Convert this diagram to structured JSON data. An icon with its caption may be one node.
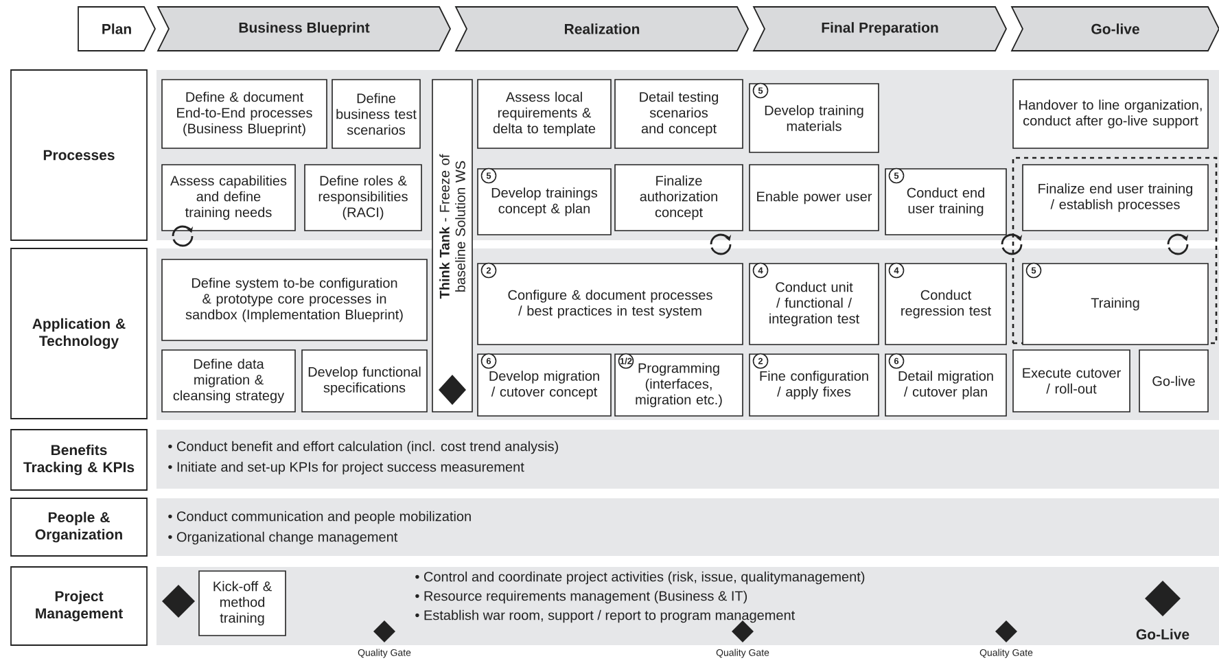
{
  "diagram": {
    "nodes": [
      {
        "text": [
          "Plan"
        ]
      },
      {
        "text": [
          "Business Blueprint"
        ]
      },
      {
        "text": [
          "Realization"
        ]
      },
      {
        "text": [
          "Final Preparation"
        ]
      },
      {
        "text": [
          "Go-live"
        ]
      },
      {
        "text": [
          "Processes"
        ]
      },
      {
        "text": [
          "Define & document End-to-End processes (Business Blueprint)"
        ]
      },
      {
        "text": [
          "Define business test scenarios"
        ]
      },
      {
        "text": [
          "**Think Tank** - Freeze of baseline Solution WS"
        ]
      },
      {
        "text": [
          "Assess local requirements & delta to template"
        ]
      },
      {
        "text": [
          "Detail testing scenarios and concept"
        ]
      },
      {
        "text": [
          "5",
          "Develop training materials"
        ]
      },
      {
        "text": [
          "Handover to line organization, conduct after go-live support"
        ]
      },
      {
        "text": [
          "Assess capabilities and define training needs"
        ]
      },
      {
        "text": [
          "Define roles & responsibilities (RACI)"
        ]
      },
      {
        "text": [
          "5",
          "Develop trainings concept & plan"
        ]
      },
      {
        "text": [
          "Finalize authorization concept"
        ]
      },
      {
        "text": [
          "Enable power user"
        ]
      },
      {
        "text": [
          "5",
          "Conduct end user training"
        ]
      },
      {
        "text": [],
        "shape": "box"
      },
      {
        "text": [
          "Finalize end user training / establish processes"
        ],
        "in": 19
      },
      {
        "text": [
          "Application & Technology"
        ]
      },
      {
        "text": [
          "Define system to-be configuration & prototype core processes in sandbox (Implementation Blueprint)"
        ]
      },
      {
        "text": [
          "2",
          "Configure & document processes / best practices in test system"
        ]
      },
      {
        "text": [
          "4",
          "Conduct unit / functional / integration test"
        ]
      },
      {
        "text": [
          "4",
          "Conduct regression test"
        ]
      },
      {
        "text": [
          "5",
          "Training"
        ],
        "in": 19
      },
      {
        "text": [
          "Define data migration & cleansing strategy"
        ]
      },
      {
        "text": [
          "Develop functional specifications"
        ]
      },
      {
        "text": [
          "6",
          "Develop migration / cutover concept"
        ]
      },
      {
        "text": [
          "1/2",
          "Programming (interfaces, migration etc.)"
        ]
      },
      {
        "text": [
          "2",
          "Fine configuration / apply fixes"
        ]
      },
      {
        "text": [
          "6",
          "Detail migration / cutover plan"
        ]
      },
      {
        "text": [
          "Execute cutover / roll-out"
        ]
      },
      {
        "text": [
          "Go-live"
        ]
      },
      {
        "text": [
          "Benefits Tracking & KPIs"
        ]
      },
      {
        "text": [
          "People & Organization"
        ]
      },
      {
        "text": [
          "Project Management"
        ]
      },
      {
        "text": [
          "Kick-off & method training"
        ]
      }
    ],
    "labels": [
      "• Conduct benefit and effort calculation (incl. cost trend analysis)",
      "• Initiate and set-up KPIs for project success measurement",
      "• Conduct communication and people mobilization",
      "• Organizational change management",
      "• Control and coordinate project activities (risk, issue, qualitymanagement)",
      "• Resource requirements management (Business & IT)",
      "• Establish war room, support / report to program management",
      "Go-Live",
      "Quality Gate",
      "Quality Gate",
      "Quality Gate"
    ]
  }
}
